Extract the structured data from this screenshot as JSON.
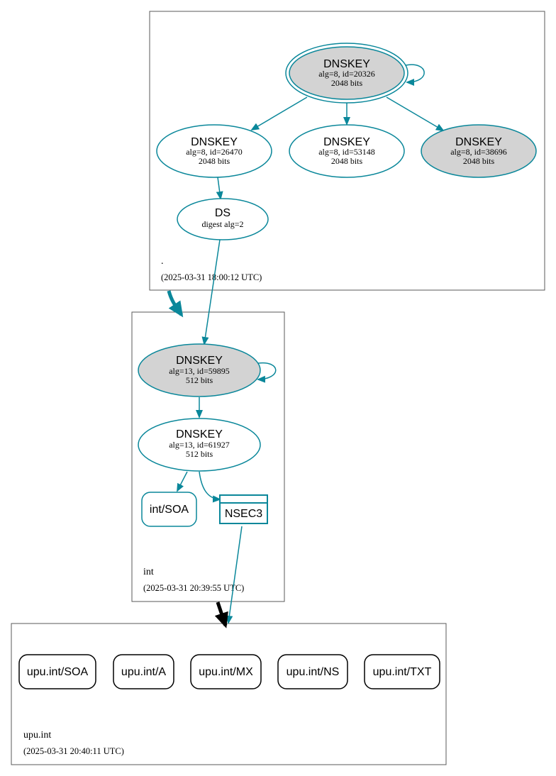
{
  "colors": {
    "edge": "#0a879a",
    "ksk_fill": "#d3d3d3",
    "zone_border": "#5a5a5a",
    "black": "#000000"
  },
  "zones": {
    "root": {
      "name": ".",
      "timestamp": "(2025-03-31 18:00:12 UTC)"
    },
    "int": {
      "name": "int",
      "timestamp": "(2025-03-31 20:39:55 UTC)"
    },
    "upu": {
      "name": "upu.int",
      "timestamp": "(2025-03-31 20:40:11 UTC)"
    }
  },
  "nodes": {
    "root_ksk": {
      "title": "DNSKEY",
      "detail": "alg=8, id=20326",
      "size": "2048 bits"
    },
    "root_zsk1": {
      "title": "DNSKEY",
      "detail": "alg=8, id=26470",
      "size": "2048 bits"
    },
    "root_zsk2": {
      "title": "DNSKEY",
      "detail": "alg=8, id=53148",
      "size": "2048 bits"
    },
    "root_ksk2": {
      "title": "DNSKEY",
      "detail": "alg=8, id=38696",
      "size": "2048 bits"
    },
    "int_ds": {
      "title": "DS",
      "detail": "digest alg=2"
    },
    "int_ksk": {
      "title": "DNSKEY",
      "detail": "alg=13, id=59895",
      "size": "512 bits"
    },
    "int_zsk": {
      "title": "DNSKEY",
      "detail": "alg=13, id=61927",
      "size": "512 bits"
    },
    "int_soa": {
      "label": "int/SOA"
    },
    "int_nsec3": {
      "label": "NSEC3"
    },
    "upu_soa": {
      "label": "upu.int/SOA"
    },
    "upu_a": {
      "label": "upu.int/A"
    },
    "upu_mx": {
      "label": "upu.int/MX"
    },
    "upu_ns": {
      "label": "upu.int/NS"
    },
    "upu_txt": {
      "label": "upu.int/TXT"
    }
  }
}
